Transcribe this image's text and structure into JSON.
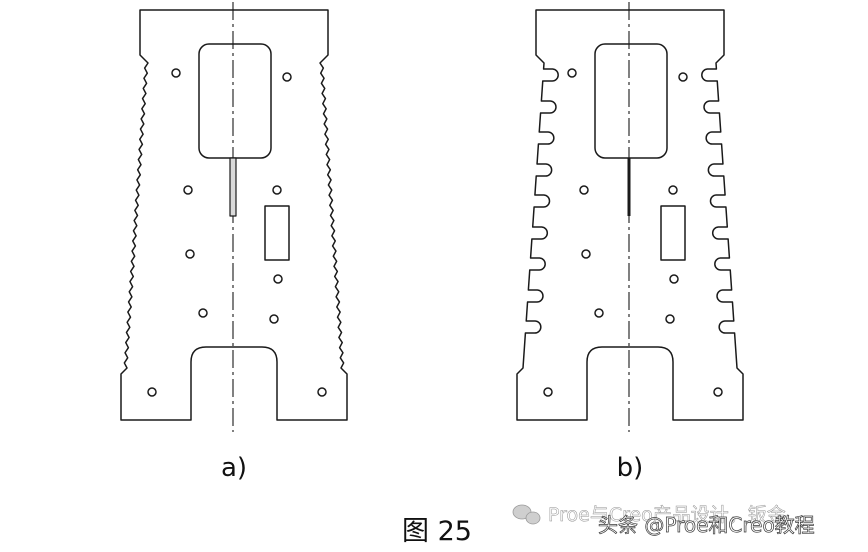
{
  "figure": {
    "subfigures": [
      {
        "label": "a)"
      },
      {
        "label": "b)"
      }
    ],
    "caption": "图 25",
    "watermark": {
      "line1": "Proe与Creo产品设计，钣金",
      "line2": "头条 @Proe和Creo教程"
    }
  }
}
